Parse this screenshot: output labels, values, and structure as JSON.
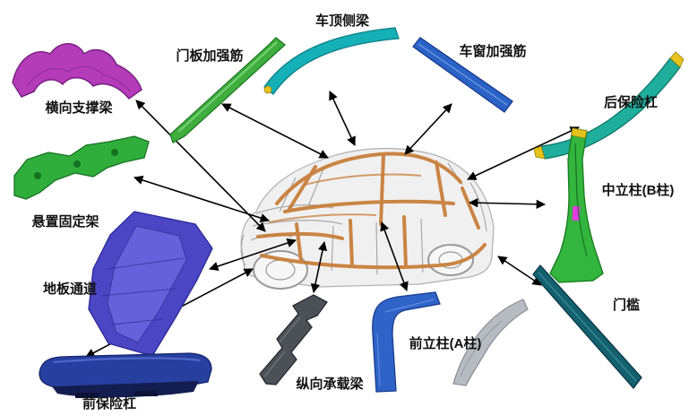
{
  "parts": [
    {
      "id": "lateral-support-beam",
      "label": "横向支撑梁",
      "color": "#b43cb8"
    },
    {
      "id": "door-panel-rib",
      "label": "门板加强筋",
      "color": "#3fae3f"
    },
    {
      "id": "roof-side-rail",
      "label": "车顶侧梁",
      "color": "#16b0b8"
    },
    {
      "id": "window-rib",
      "label": "车窗加强筋",
      "color": "#2a62c6"
    },
    {
      "id": "rear-bumper",
      "label": "后保险杠",
      "color": "#1fae9c"
    },
    {
      "id": "b-pillar",
      "label": "中立柱(B柱)",
      "color": "#33b53e"
    },
    {
      "id": "mount-bracket",
      "label": "悬置固定架",
      "color": "#2fae3c"
    },
    {
      "id": "floor-tunnel",
      "label": "地板通道",
      "color": "#4a46c4"
    },
    {
      "id": "door-sill",
      "label": "门槛",
      "color": "#15606e"
    },
    {
      "id": "front-bumper",
      "label": "前保险杠",
      "color": "#2740a0"
    },
    {
      "id": "longitudinal-beam",
      "label": "纵向承载梁",
      "color": "#4c5158"
    },
    {
      "id": "a-pillar",
      "label": "前立柱(A柱)",
      "color": "#2f63c8"
    }
  ],
  "accents": {
    "yellow": "#e6c31c",
    "magenta": "#e23ce2",
    "car_frame_orange": "#c87f3a",
    "car_outline_gray": "#a8a8a8",
    "arrow": "#000000",
    "a_pillar_companion_gray": "#b6bcc2"
  }
}
